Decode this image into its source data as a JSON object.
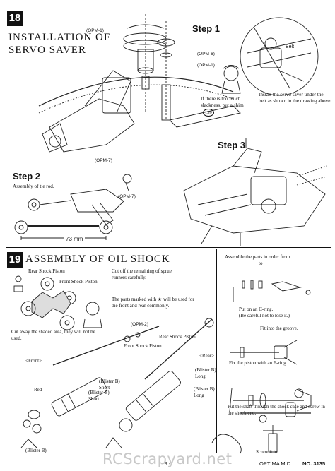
{
  "section18": {
    "number": "18",
    "title_line1": "INSTALLATION OF",
    "title_line2": "SERVO SAVER",
    "step1": "Step 1",
    "step2": "Step 2",
    "step3": "Step 3",
    "part_opm1_top": "(OPM-1)",
    "part_opm6": "(OPM-6)",
    "part_opm1_mid": "(OPM-1)",
    "part_opm7_a": "(OPM-7)",
    "part_opm7_b": "(OPM-7)",
    "belt": "Belt",
    "shim_note": "If there is too much slackness, put a shim",
    "shim_num": "139",
    "install_note": "Install the servo saver under the belt as shown in the drawing above.",
    "tie_rod_note": "Assembly of tie rod.",
    "dimension": "73 mm"
  },
  "section19": {
    "number": "19",
    "title": "ASSEMBLY OF OIL SHOCK",
    "rear_piston": "Rear Shock Piston",
    "front_piston": "Front Shock Piston",
    "cut_sprue": "Cut off the remaining of sprue runners carefully.",
    "marked_note": "The parts marked with ★ will be used for the front and rear commonly.",
    "cut_shaded": "Cut away the shaded area, they will not be used.",
    "opm2_label": "(OPM-2)",
    "rear_piston2": "Rear Shock Piston",
    "front_piston2": "Front Shock Piston",
    "front_label": "<Front>",
    "rear_label": "<Rear>",
    "blister_b_short": "(Blister B) Short",
    "blister_b_long": "(Blister B) Long",
    "blister_b": "(Blister B)",
    "red": "Red",
    "assemble_order": "Assemble the parts in order from",
    "to": "to",
    "c_ring": "Put on an C-ring.",
    "c_ring_care": "(Be careful not to lose it.)",
    "fit_groove": "Fit into the groove.",
    "e_ring": "Fix the piston with an E-ring.",
    "shaft_note": "Put the shaft through the shock case and screw in the shock end.",
    "screw_in": "Screw it in."
  },
  "footer": {
    "page": "- 9 -",
    "model": "OPTIMA MID",
    "doc_no": "NO. 3135"
  },
  "watermark": "RCScrapyard.net"
}
